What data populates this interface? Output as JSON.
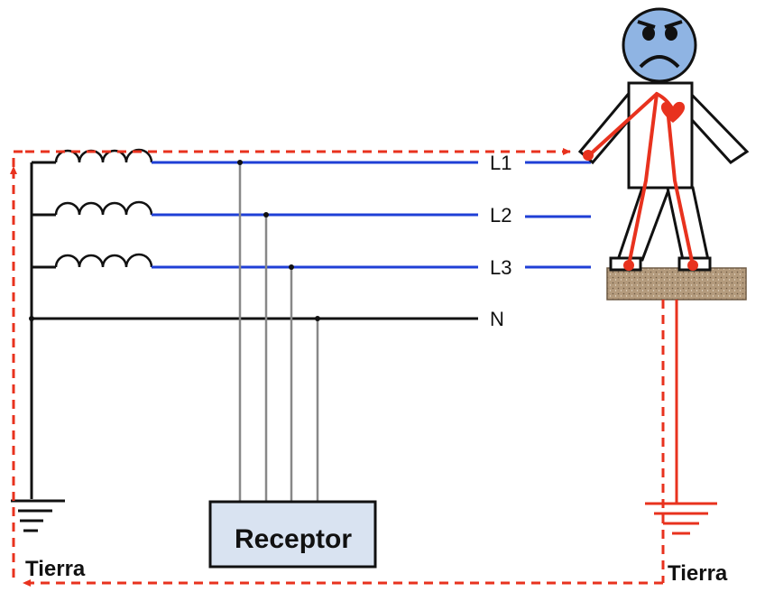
{
  "labels": {
    "l1": "L1",
    "l2": "L2",
    "l3": "L3",
    "n": "N",
    "receptor": "Receptor",
    "tierra_left": "Tierra",
    "tierra_right": "Tierra"
  },
  "colors": {
    "phase_line": "#1f3fd6",
    "neutral_line": "#111111",
    "fault_path": "#e8321e",
    "receptor_fill": "#d9e3f1",
    "face_fill": "#8fb4e3",
    "ground_pad": "#b39a7c"
  },
  "icons": {
    "person": "frowning-person-icon",
    "coil": "transformer-coil-icon",
    "earth": "ground-symbol-icon",
    "heart": "heart-icon"
  }
}
